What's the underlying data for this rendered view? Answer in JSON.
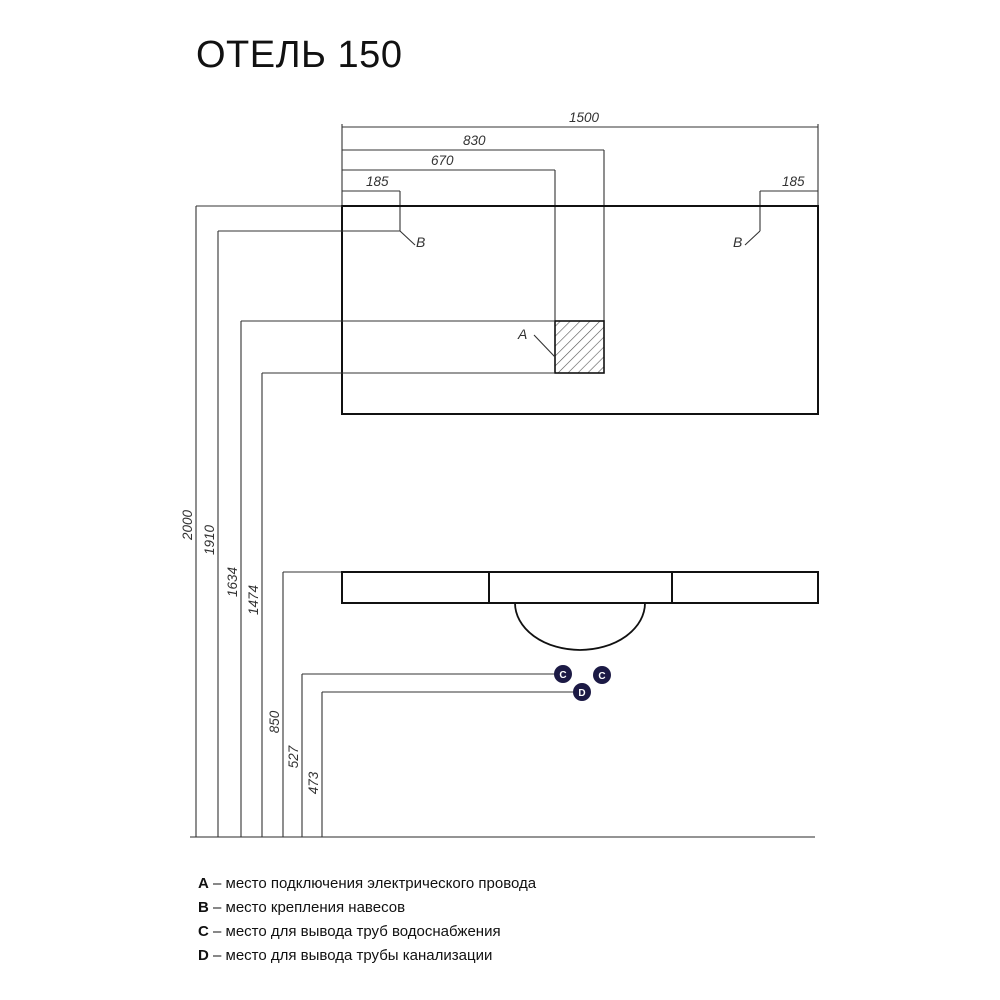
{
  "title": "ОТЕЛЬ 150",
  "dimensions": {
    "width_total": "1500",
    "width_830": "830",
    "width_670": "670",
    "offset_left": "185",
    "offset_right": "185",
    "h_2000": "2000",
    "h_1910": "1910",
    "h_1634": "1634",
    "h_1474": "1474",
    "h_850": "850",
    "h_527": "527",
    "h_473": "473"
  },
  "markers": {
    "electrical": "A",
    "mount_left": "B",
    "mount_right": "B",
    "water_left": "C",
    "water_right": "C",
    "drain": "D"
  },
  "colors": {
    "line": "#333333",
    "outline": "#111111",
    "connection_fill": "#1c1a45"
  },
  "legend": [
    {
      "key": "A",
      "text": " – место подключения электрического провода"
    },
    {
      "key": "B",
      "text": " – место крепления навесов"
    },
    {
      "key": "C",
      "text": " – место для вывода труб водоснабжения"
    },
    {
      "key": "D",
      "text": " – место для вывода трубы канализации"
    }
  ]
}
